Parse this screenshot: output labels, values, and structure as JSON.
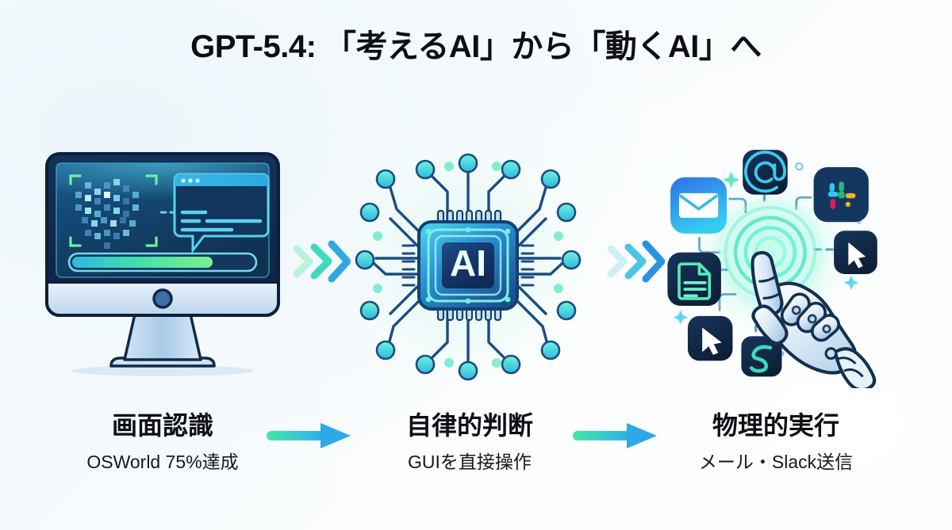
{
  "title": "GPT-5.4: 「考えるAI」から「動くAI」へ",
  "theme": {
    "background": "#f4f9fc",
    "text_dark": "#0d0f14",
    "accent_green": "#3fe5a0",
    "accent_cyan": "#31c8e0",
    "accent_blue": "#2fa5e8",
    "panel_navy": "#0f2744",
    "screen_navy": "#10355e"
  },
  "steps": [
    {
      "id": "step-1",
      "title": "画面認識",
      "subtitle": "OSWorld 75%達成",
      "illustration": "monitor-screen-recognition-icon",
      "progress_percent": 75
    },
    {
      "id": "step-2",
      "title": "自律的判断",
      "subtitle": "GUIを直接操作",
      "illustration": "ai-chip-icon",
      "chip_label": "AI"
    },
    {
      "id": "step-3",
      "title": "物理的実行",
      "subtitle": "メール・Slack送信",
      "illustration": "robot-hand-tap-icon",
      "app_icons": [
        "mail-icon",
        "at-sign-icon",
        "slack-icon",
        "document-icon",
        "cursor-icon",
        "cursor-icon",
        "send-icon"
      ]
    }
  ],
  "flow_arrows": [
    {
      "id": "chevron-arrow-1",
      "name": "chevron-arrow"
    },
    {
      "id": "chevron-arrow-2",
      "name": "chevron-arrow"
    }
  ],
  "label_arrows": [
    {
      "id": "label-arrow-1",
      "name": "right-arrow"
    },
    {
      "id": "label-arrow-2",
      "name": "right-arrow"
    }
  ]
}
